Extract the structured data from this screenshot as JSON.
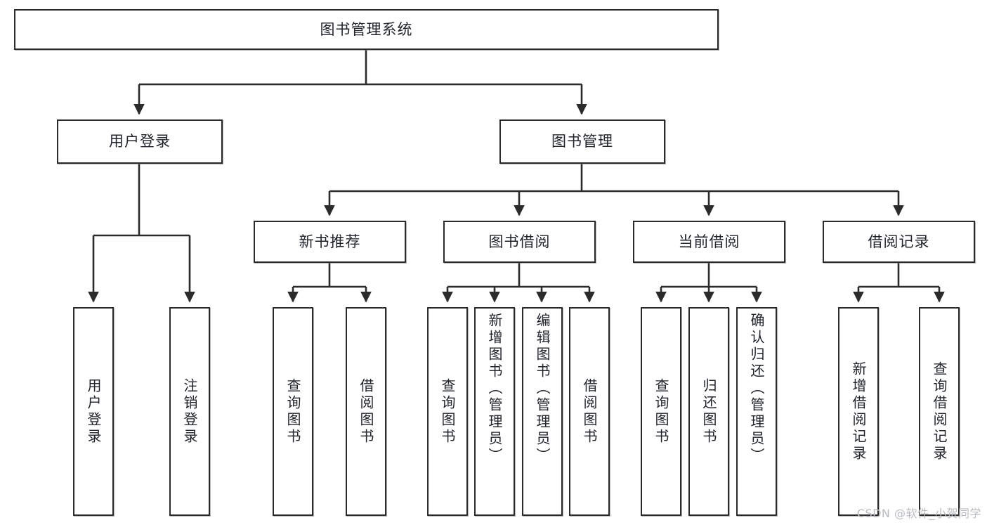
{
  "diagram": {
    "type": "tree-hierarchy-diagram",
    "title": "图书管理系统",
    "watermark": "CSDN @软件_小贺同学",
    "colors": {
      "box_border": "#2b2b2b",
      "box_fill": "#ffffff",
      "edge": "#2b2b2b",
      "text": "#20252b",
      "watermark": "#b9bcc0",
      "background": "#ffffff"
    },
    "root": {
      "label": "图书管理系统"
    },
    "level2": [
      {
        "key": "user_login",
        "label": "用户登录"
      },
      {
        "key": "book_manage",
        "label": "图书管理"
      }
    ],
    "level3": [
      {
        "key": "new_book_rec",
        "label": "新书推荐"
      },
      {
        "key": "book_borrow",
        "label": "图书借阅"
      },
      {
        "key": "current_borrow",
        "label": "当前借阅"
      },
      {
        "key": "borrow_record",
        "label": "借阅记录"
      }
    ],
    "leaves": {
      "user_login": [
        {
          "label": "用户登录"
        },
        {
          "label": "注销登录"
        }
      ],
      "new_book_rec": [
        {
          "label": "查询图书"
        },
        {
          "label": "借阅图书"
        }
      ],
      "book_borrow": [
        {
          "label": "查询图书"
        },
        {
          "label": "新增图书（管理员）"
        },
        {
          "label": "编辑图书（管理员）"
        },
        {
          "label": "借阅图书"
        }
      ],
      "current_borrow": [
        {
          "label": "查询图书"
        },
        {
          "label": "归还图书"
        },
        {
          "label": "确认归还（管理员）"
        }
      ],
      "borrow_record": [
        {
          "label": "新增借阅记录"
        },
        {
          "label": "查询借阅记录"
        }
      ]
    }
  }
}
